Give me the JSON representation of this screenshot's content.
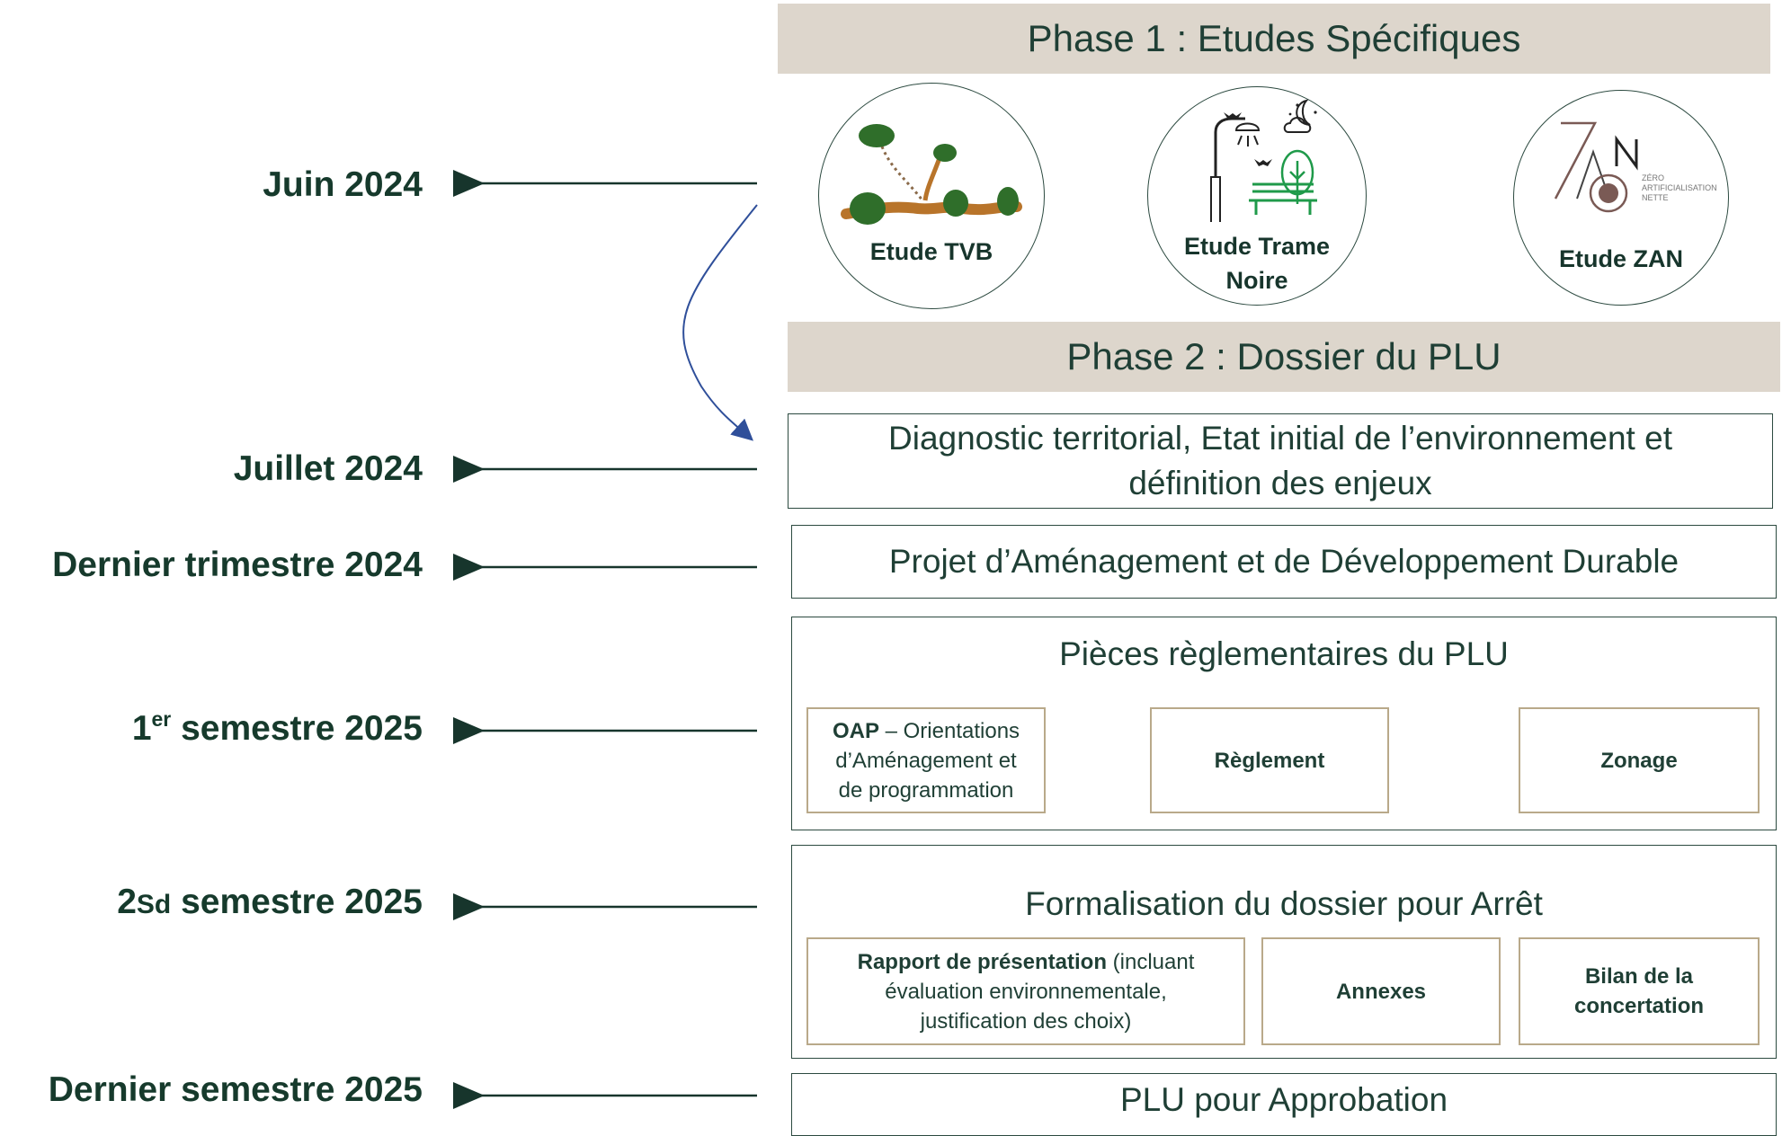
{
  "timeline": {
    "juin_2024": "Juin 2024",
    "juillet_2024": "Juillet 2024",
    "dernier_trimestre_2024": "Dernier trimestre 2024",
    "semestre1_num": "1",
    "semestre1_sup": "er",
    "semestre1_text": " semestre 2025",
    "semestre2_num": "2",
    "semestre2_small": "Sd",
    "semestre2_text": " semestre 2025",
    "dernier_semestre_2025": "Dernier semestre 2025"
  },
  "phase1": {
    "title": "Phase 1 : Etudes Spécifiques",
    "studies": [
      {
        "label": "Etude TVB",
        "icon": "ecological-corridor-icon"
      },
      {
        "label_line1": "Etude Trame",
        "label_line2": "Noire",
        "icon": "streetlight-night-icon"
      },
      {
        "label": "Etude ZAN",
        "icon": "zan-logo",
        "logo_text_1": "ZÉRO",
        "logo_text_2": "ARTIFICIALISATION",
        "logo_text_3": "NETTE"
      }
    ]
  },
  "phase2": {
    "title": "Phase 2 : Dossier du PLU",
    "diagnostic_line1": "Diagnostic territorial, Etat initial de l’environnement et",
    "diagnostic_line2": "définition des enjeux",
    "padd": "Projet d’Aménagement et de Développement Durable",
    "pieces": {
      "title": "Pièces règlementaires du PLU",
      "oap_bold": "OAP",
      "oap_line1": " – Orientations",
      "oap_line2": "d’Aménagement et",
      "oap_line3": "de programmation",
      "reglement": "Règlement",
      "zonage": "Zonage"
    },
    "formalisation": {
      "title": "Formalisation du dossier pour Arrêt",
      "rapport_bold": "Rapport de présentation",
      "rapport_line1_rest": " (incluant",
      "rapport_line2": "évaluation environnementale,",
      "rapport_line3": "justification des choix)",
      "annexes": "Annexes",
      "bilan_line1": "Bilan de la",
      "bilan_line2": "concertation"
    },
    "approbation": "PLU pour Approbation"
  },
  "colors": {
    "text_dark_green": "#163a2c",
    "banner_beige": "#ddd6cc",
    "subbox_border": "#b9a98a",
    "curve_arrow_blue": "#2f4f9a",
    "tvb_green": "#2f6e2a",
    "tvb_brown": "#b8742a",
    "trame_noire_green": "#1f9a4a",
    "zan_brown": "#7a5a55"
  }
}
